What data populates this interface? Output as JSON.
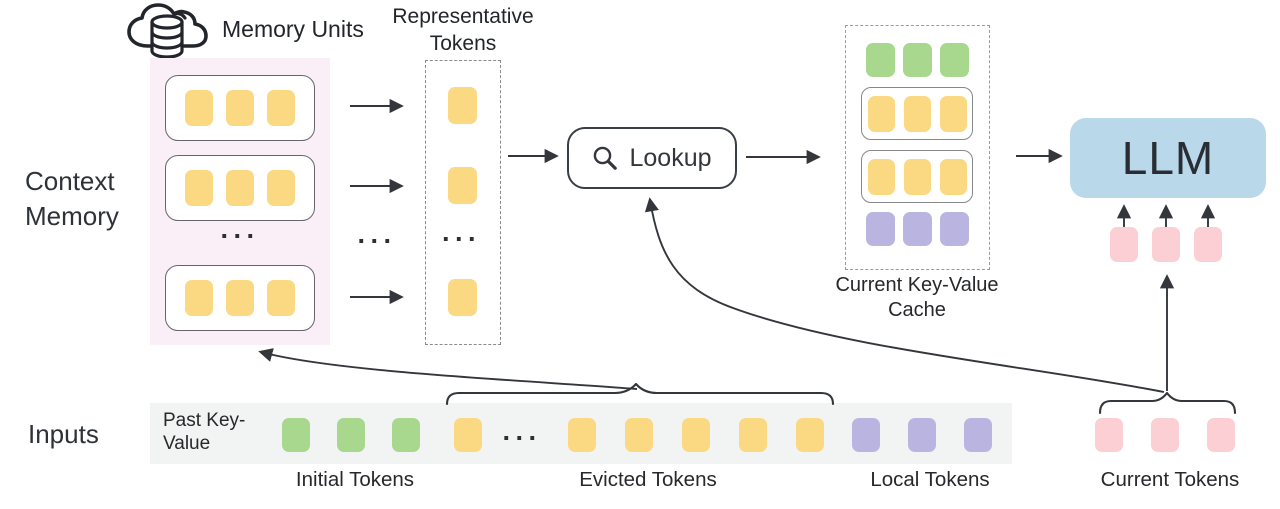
{
  "labels": {
    "memory_units": "Memory Units",
    "representative_tokens": "Representative Tokens",
    "context_memory": "Context Memory",
    "lookup": "Lookup",
    "current_kv_cache": "Current Key-Value Cache",
    "llm": "LLM",
    "inputs": "Inputs",
    "past_key_value": "Past Key-Value",
    "initial_tokens": "Initial Tokens",
    "evicted_tokens": "Evicted Tokens",
    "local_tokens": "Local Tokens",
    "current_tokens": "Current Tokens",
    "ellipsis": "···"
  },
  "icons": {
    "cloud_database": "cloud-database-icon",
    "magnifier": "search-icon"
  },
  "colors": {
    "token_yellow": "#FBD882",
    "token_green": "#A8D78E",
    "token_purple": "#B9B5E0",
    "token_pink": "#FCCFD4",
    "llm_blue": "#B9D9EA",
    "memory_panel_pink": "#FAEEF7",
    "input_bar_gray": "#F2F4F3",
    "line": "#33373B"
  },
  "tokens": {
    "memory_unit_1": [
      "yellow",
      "yellow",
      "yellow"
    ],
    "memory_unit_2": [
      "yellow",
      "yellow",
      "yellow"
    ],
    "memory_unit_3": [
      "yellow",
      "yellow",
      "yellow"
    ],
    "representative_top": [
      "yellow"
    ],
    "representative_mid": [
      "yellow"
    ],
    "representative_bottom": [
      "yellow"
    ],
    "cache_green_row": [
      "green",
      "green",
      "green"
    ],
    "cache_yellow_unit_1": [
      "yellow",
      "yellow",
      "yellow"
    ],
    "cache_yellow_unit_2": [
      "yellow",
      "yellow",
      "yellow"
    ],
    "cache_purple_row": [
      "purple",
      "purple",
      "purple"
    ],
    "llm_input_row": [
      "pink",
      "pink",
      "pink"
    ],
    "initial": [
      "green",
      "green",
      "green"
    ],
    "evicted_head": [
      "yellow"
    ],
    "evicted_tail": [
      "yellow",
      "yellow",
      "yellow",
      "yellow",
      "yellow"
    ],
    "local": [
      "purple",
      "purple",
      "purple"
    ],
    "current": [
      "pink",
      "pink",
      "pink"
    ]
  }
}
